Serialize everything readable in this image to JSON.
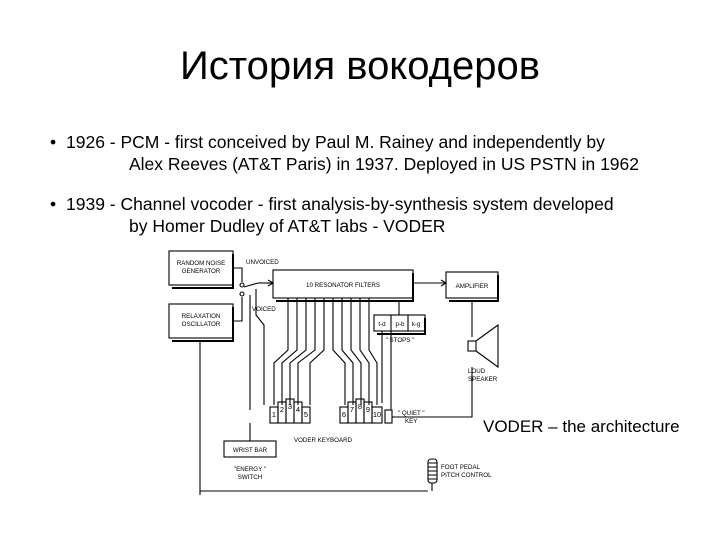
{
  "title": "История вокодеров",
  "bullets": [
    {
      "marker": "•",
      "line1": "1926 - PCM - first conceived by Paul M. Rainey and independently by",
      "line2": "Alex Reeves (AT&T Paris) in 1937. Deployed  in US PSTN in 1962"
    },
    {
      "marker": "•",
      "line1": "1939 - Channel vocoder - first analysis-by-synthesis system developed",
      "line2": "by Homer Dudley of AT&T labs - VODER"
    }
  ],
  "diagram": {
    "random_noise_l1": "RANDOM NOISE",
    "random_noise_l2": "GENERATOR",
    "relaxation_l1": "RELAXATION",
    "relaxation_l2": "OSCILLATOR",
    "unvoiced": "UNVOICED",
    "voiced": "VOICED",
    "resonator": "10 RESONATOR FILTERS",
    "amplifier": "AMPLIFIER",
    "stop1": "t-d",
    "stop2": "p-b",
    "stop3": "k-g",
    "stops": "\" STOPS \"",
    "loud_l1": "LOUD",
    "loud_l2": "SPEAKER",
    "quiet_l1": "\" QUIET \"",
    "quiet_l2": "KEY",
    "keyboard": "VODER  KEYBOARD",
    "keys": [
      "1",
      "2",
      "3",
      "4",
      "5",
      "6",
      "7",
      "8",
      "9",
      "10"
    ],
    "wrist_bar": "WRIST BAR",
    "energy_l1": "\"ENERGY \"",
    "energy_l2": "SWITCH",
    "foot_l1": "FOOT PEDAL",
    "foot_l2": "PITCH CONTROL"
  },
  "caption": "VODER – the architecture"
}
